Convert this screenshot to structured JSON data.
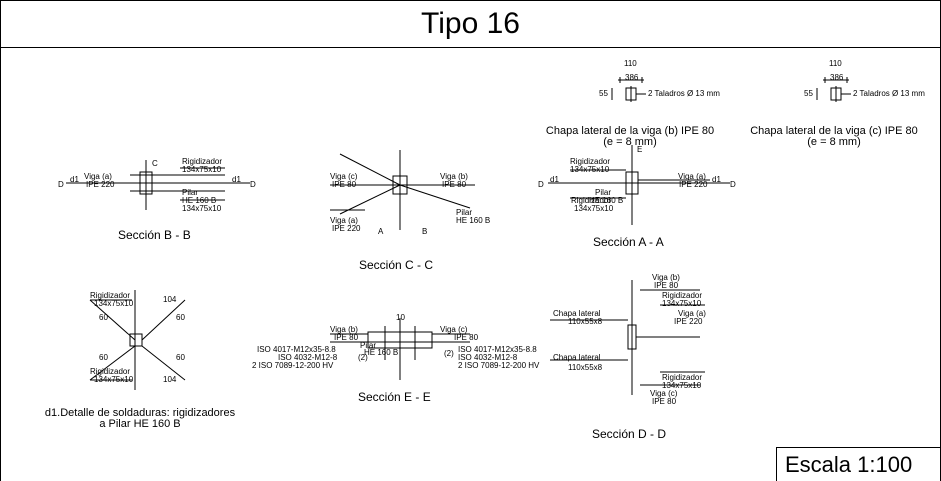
{
  "title": "Tipo 16",
  "scale": "Escala 1:100",
  "sections": {
    "bb": {
      "name": "Sección B - B",
      "cut_left": "D",
      "cut_right": "D",
      "d1_left": "d1",
      "d1_right": "d1",
      "beam_label": "Viga (a)",
      "beam_profile": "IPE 220",
      "stiffener_top": "Rigidizador",
      "stiffener_top_size": "134x75x10",
      "column_label": "Pilar",
      "column_profile": "HE 160 B",
      "stiffener_bottom_size": "134x75x10",
      "cut_c": "C"
    },
    "cc": {
      "name": "Sección C - C",
      "beam_b": "Viga (b)",
      "beam_b_profile": "IPE 80",
      "beam_c": "Viga (c)",
      "beam_c_profile": "IPE 80",
      "beam_a": "Viga (a)",
      "beam_a_profile": "IPE 220",
      "column_label": "Pilar",
      "column_profile": "HE 160 B",
      "cut_a": "A",
      "cut_b": "B"
    },
    "aa": {
      "name": "Sección A - A",
      "cut_left": "D",
      "cut_right": "D",
      "d1_left": "d1",
      "d1_right": "d1",
      "beam_label": "Viga (a)",
      "beam_profile": "IPE 220",
      "stiffener_top": "Rigidizador",
      "stiffener_top_size": "134x75x10",
      "column_label": "Pilar",
      "column_profile": "HE 160 B",
      "stiffener_bottom": "Rigidizador",
      "stiffener_bottom_size": "134x75x10",
      "cut_e": "E"
    },
    "d1": {
      "name_line1": "d1.Detalle de soldaduras: rigidizadores",
      "name_line2": "a Pilar HE 160 B",
      "stiffener": "Rigidizador",
      "stiffener_size": "134x75x10",
      "weld_a": "104",
      "weld_b": "60"
    },
    "ee": {
      "name": "Sección E - E",
      "beam_b": "Viga (b)",
      "beam_b_profile": "IPE 80",
      "beam_c": "Viga (c)",
      "beam_c_profile": "IPE 80",
      "column_label": "Pilar",
      "column_profile": "HE 160 B",
      "dim_top": "10",
      "bolt_left_1": "ISO 4017-M12x35-8.8",
      "bolt_left_2": "ISO 4032-M12-8",
      "bolt_left_3": "2 ISO 7089-12-200 HV",
      "bolt_right_1": "ISO 4017-M12x35-8.8",
      "bolt_right_2": "ISO 4032-M12-8",
      "bolt_right_3": "2 ISO 7089-12-200 HV",
      "count_left": "(2)",
      "count_right": "(2)"
    },
    "dd": {
      "name": "Sección D - D",
      "beam_b": "Viga (b)",
      "beam_b_profile": "IPE 80",
      "stiffener_top": "Rigidizador",
      "stiffener_top_size": "134x75x10",
      "beam_a": "Viga (a)",
      "beam_a_profile": "IPE 220",
      "plate_top": "Chapa lateral",
      "plate_top_size": "110x55x8",
      "plate_bottom": "Chapa lateral",
      "plate_bottom_size": "110x55x8",
      "stiffener_bottom": "Rigidizador",
      "stiffener_bottom_size": "134x75x10",
      "beam_c": "Viga (c)",
      "beam_c_profile": "IPE 80"
    }
  },
  "plates": {
    "b": {
      "width": "110",
      "gauge": "386",
      "side": "55",
      "holes": "2 Taladros Ø 13 mm",
      "caption_line1": "Chapa lateral de la viga (b) IPE 80",
      "caption_line2": "(e = 8 mm)"
    },
    "c": {
      "width": "110",
      "gauge": "386",
      "side": "55",
      "holes": "2 Taladros Ø 13 mm",
      "caption_line1": "Chapa lateral de la viga (c) IPE 80",
      "caption_line2": "(e = 8 mm)"
    }
  }
}
